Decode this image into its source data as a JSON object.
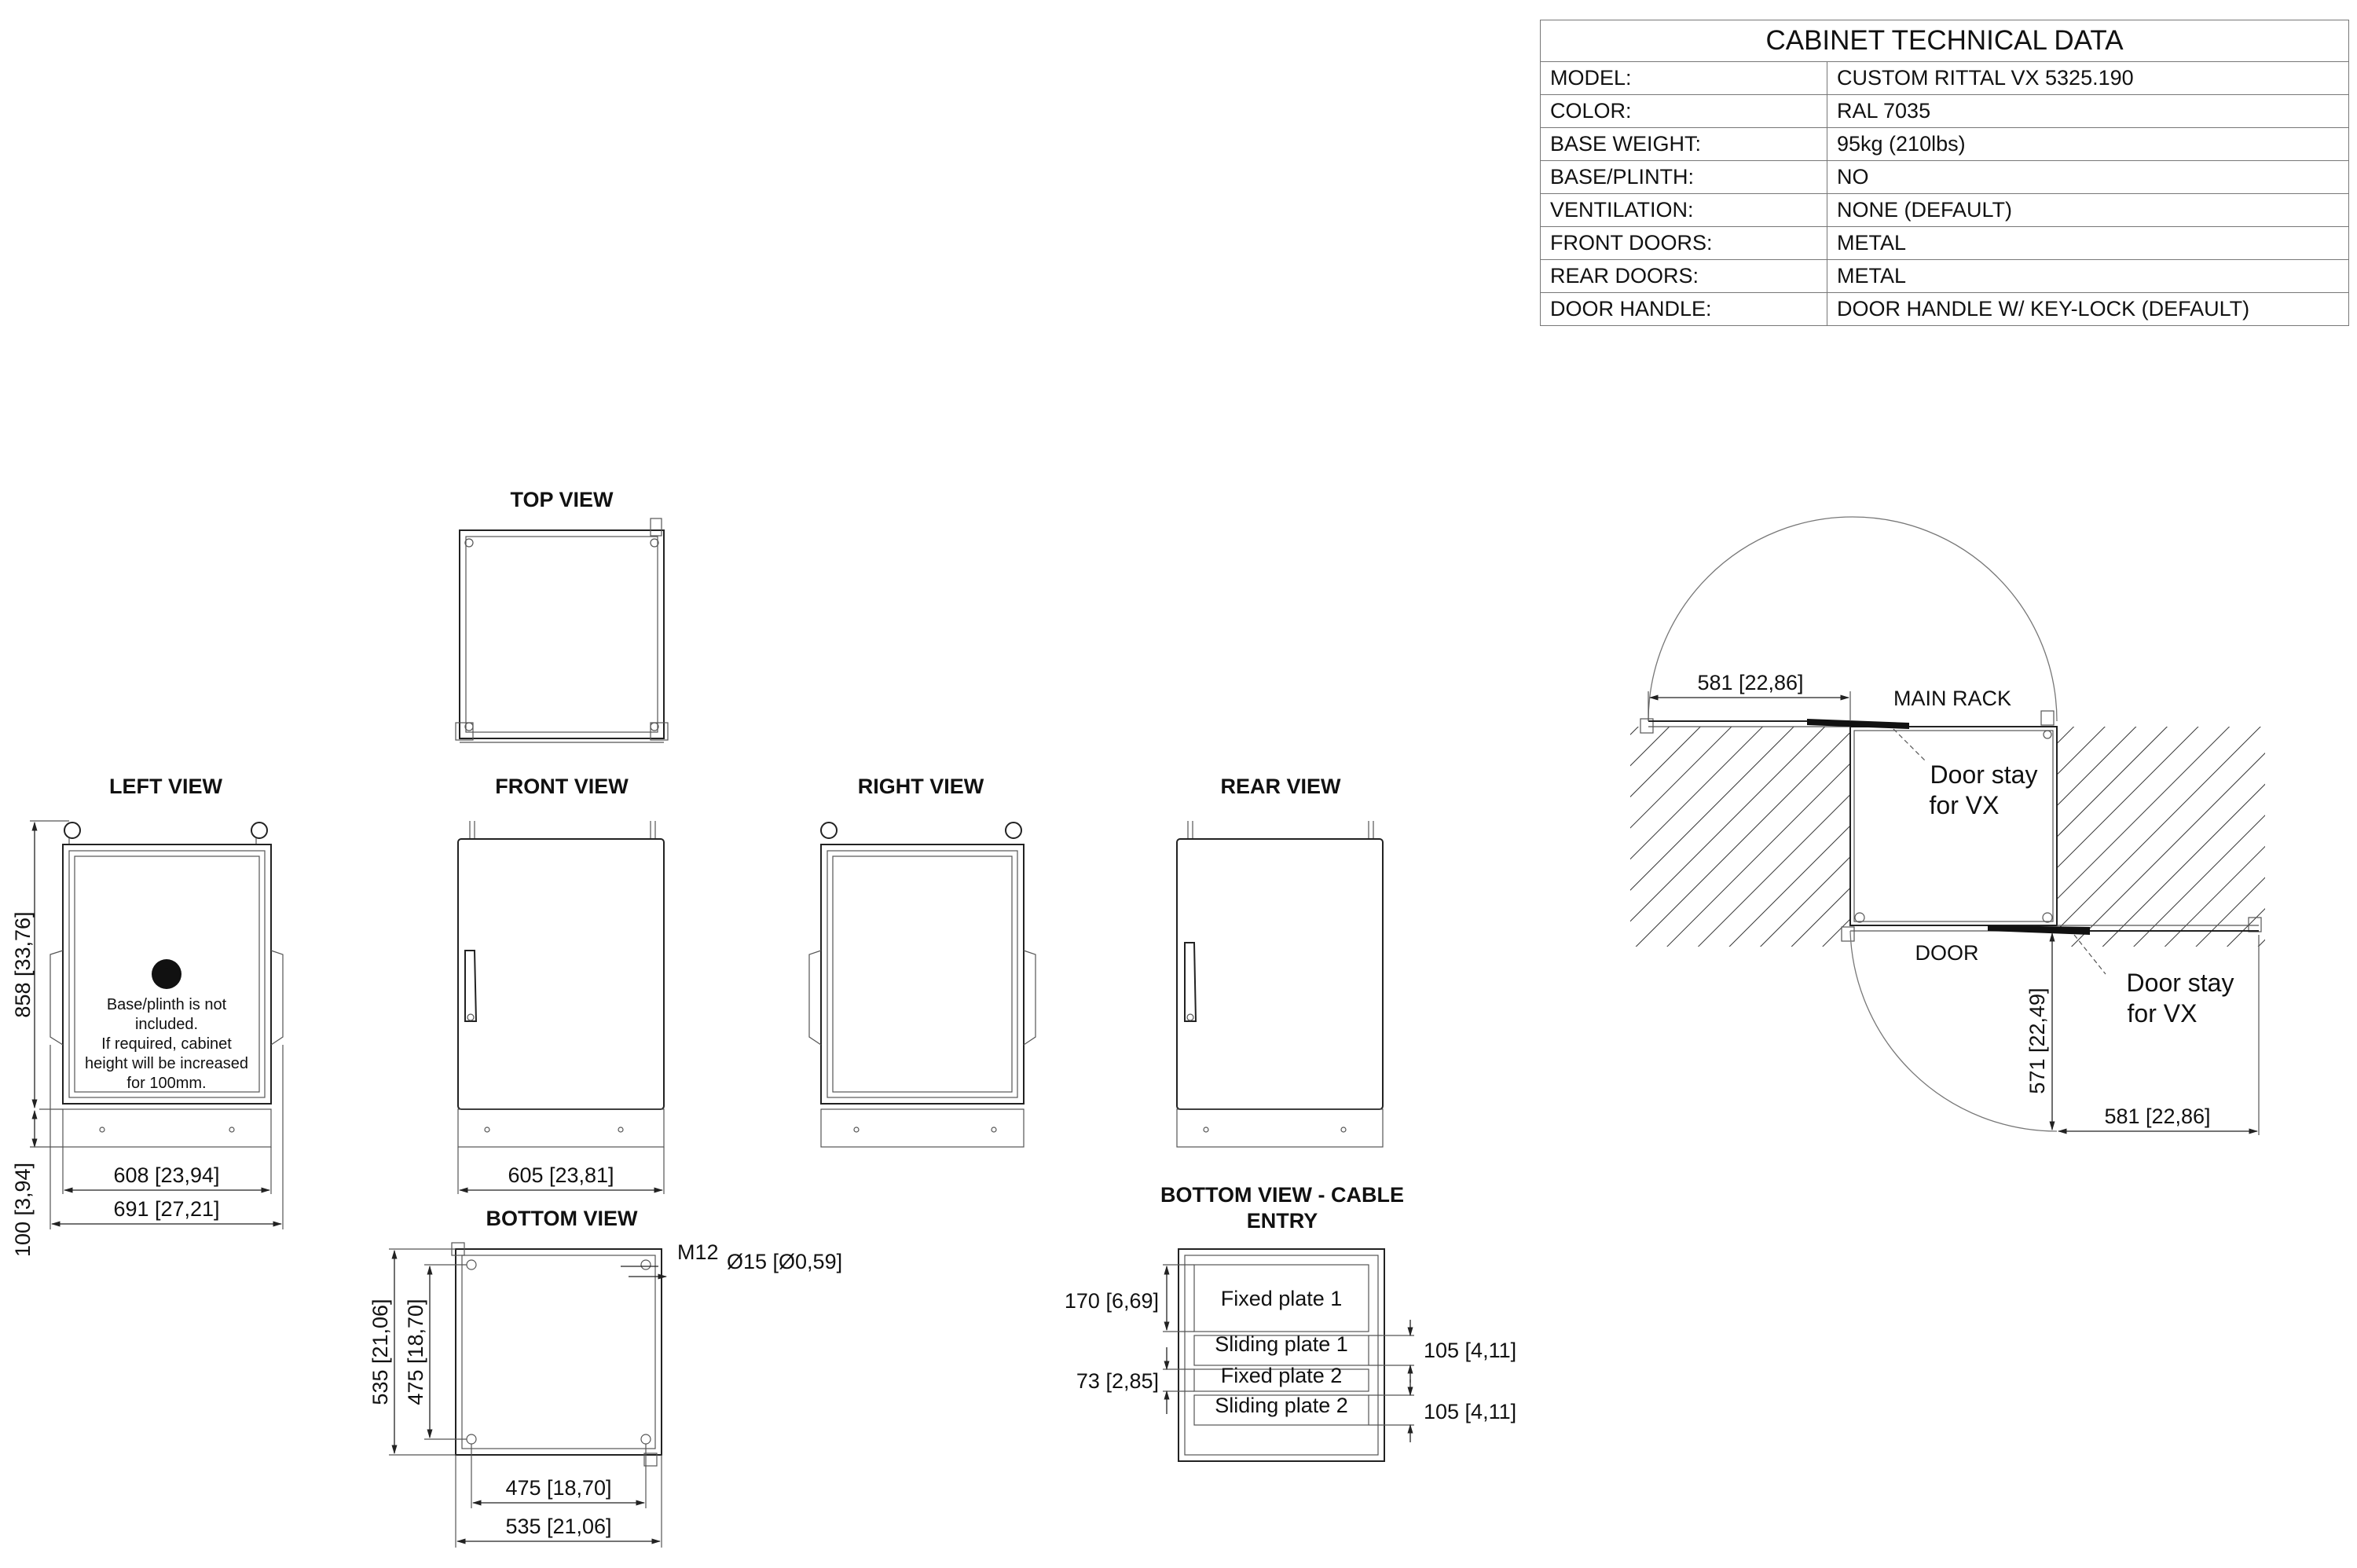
{
  "spec_table": {
    "title": "CABINET TECHNICAL DATA",
    "rows": [
      {
        "label": "MODEL:",
        "value": "CUSTOM RITTAL VX 5325.190"
      },
      {
        "label": "COLOR:",
        "value": "RAL 7035"
      },
      {
        "label": "BASE WEIGHT:",
        "value": "95kg (210lbs)"
      },
      {
        "label": "BASE/PLINTH:",
        "value": "NO"
      },
      {
        "label": "VENTILATION:",
        "value": "NONE (DEFAULT)"
      },
      {
        "label": "FRONT DOORS:",
        "value": "METAL"
      },
      {
        "label": "REAR DOORS:",
        "value": "METAL"
      },
      {
        "label": "DOOR HANDLE:",
        "value": "DOOR HANDLE W/ KEY-LOCK (DEFAULT)"
      }
    ]
  },
  "views": {
    "top": "TOP VIEW",
    "left": "LEFT VIEW",
    "front": "FRONT VIEW",
    "right": "RIGHT VIEW",
    "rear": "REAR VIEW",
    "bottom": "BOTTOM VIEW",
    "bottom_cable_line1": "BOTTOM VIEW - CABLE",
    "bottom_cable_line2": "ENTRY"
  },
  "info_note": {
    "line1": "Base/plinth is not",
    "line2": "included.",
    "line3": "If required, cabinet",
    "line4": "height will be increased",
    "line5": "for 100mm."
  },
  "dimensions": {
    "left_height": "858 [33,76]",
    "left_plinth": "100 [3,94]",
    "left_depth": "608 [23,94]",
    "left_overall": "691 [27,21]",
    "front_width": "605 [23,81]",
    "bottom_m12": "M12",
    "bottom_hole": "Ø15 [Ø0,59]",
    "bottom_outer_v": "535 [21,06]",
    "bottom_inner_v": "475 [18,70]",
    "bottom_inner_h": "475 [18,70]",
    "bottom_outer_h": "535 [21,06]",
    "cable_170": "170 [6,69]",
    "cable_73": "73 [2,85]",
    "cable_105a": "105 [4,11]",
    "cable_105b": "105 [4,11]"
  },
  "plates": [
    "Fixed plate 1",
    "Sliding plate 1",
    "Fixed plate 2",
    "Sliding plate 2"
  ],
  "door_diagram": {
    "width_top": "581 [22,86]",
    "main_rack": "MAIN RACK",
    "door_stay_1_line1": "Door stay",
    "door_stay_1_line2": "for VX",
    "door_label": "DOOR",
    "door_stay_2_line1": "Door stay",
    "door_stay_2_line2": "for VX",
    "swing_v": "571 [22,49]",
    "width_bottom": "581 [22,86]"
  }
}
